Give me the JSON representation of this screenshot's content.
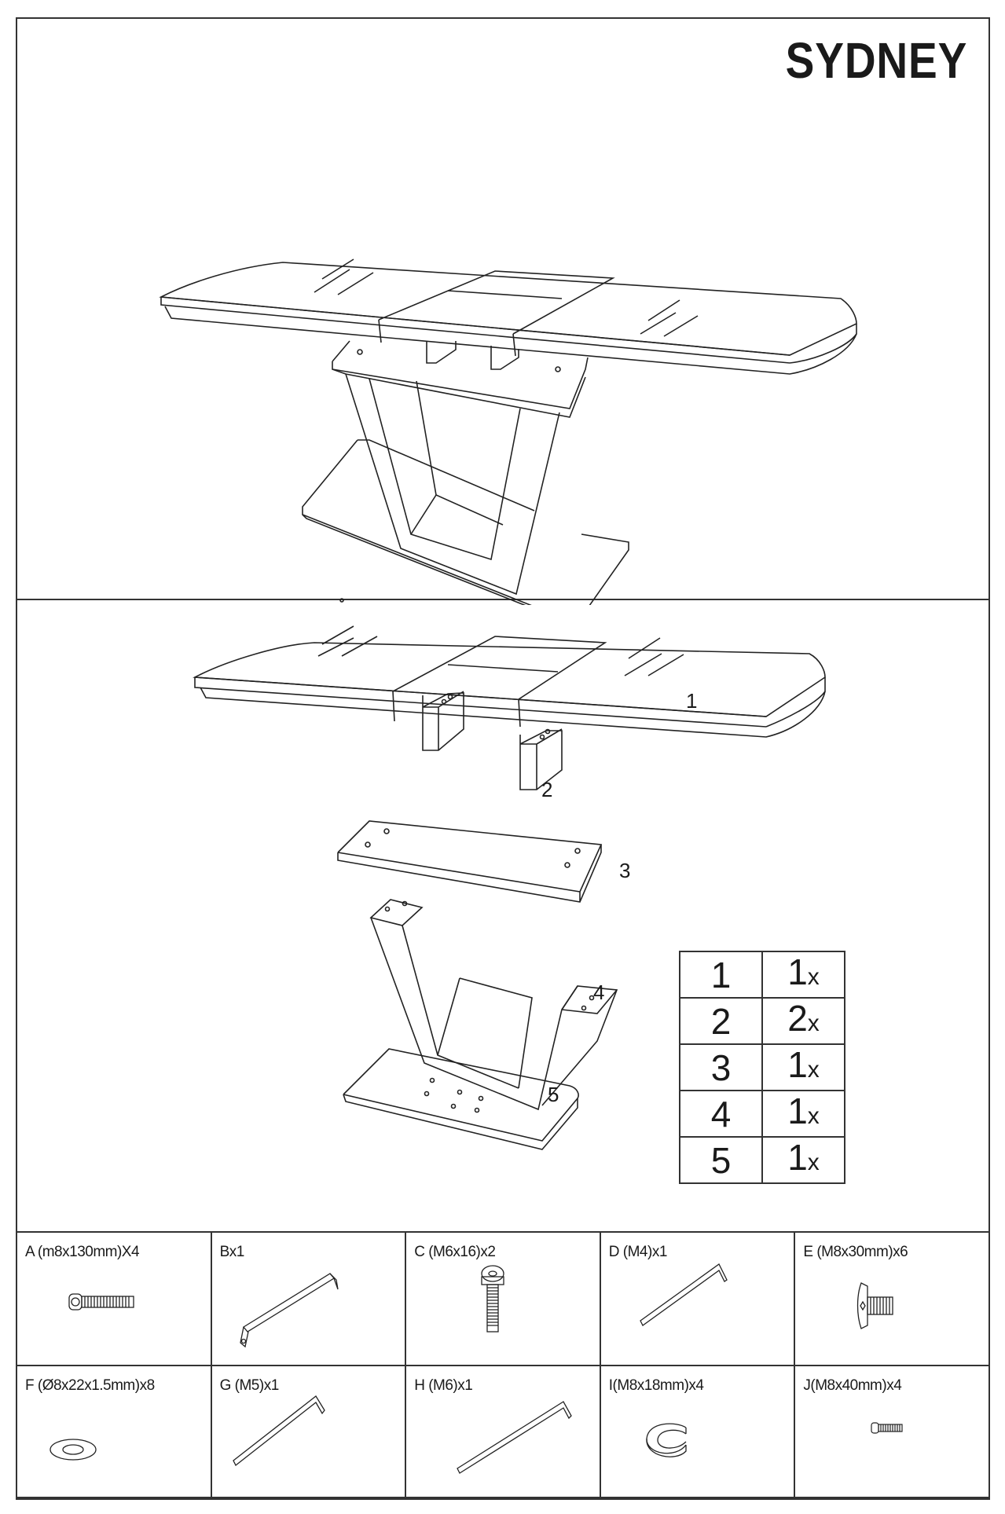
{
  "document": {
    "title": "SYDNEY"
  },
  "exploded_view": {
    "part_labels": [
      "1",
      "2",
      "3",
      "4",
      "5"
    ]
  },
  "parts_table": {
    "rows": [
      {
        "part": "1",
        "qty": "1",
        "unit": "x"
      },
      {
        "part": "2",
        "qty": "2",
        "unit": "x"
      },
      {
        "part": "3",
        "qty": "1",
        "unit": "x"
      },
      {
        "part": "4",
        "qty": "1",
        "unit": "x"
      },
      {
        "part": "5",
        "qty": "1",
        "unit": "x"
      }
    ]
  },
  "hardware": {
    "items": [
      {
        "label": "A  (m8x130mm)X4",
        "icon": "socket-bolt-long-icon"
      },
      {
        "label": "Bx1",
        "icon": "wrench-tool-icon"
      },
      {
        "label": "C (M6x16)x2",
        "icon": "flat-head-bolt-icon"
      },
      {
        "label": "D (M4)x1",
        "icon": "allen-key-icon"
      },
      {
        "label": "E (M8x30mm)x6",
        "icon": "countersunk-bolt-icon"
      },
      {
        "label": "F (Ø8x22x1.5mm)x8",
        "icon": "flat-washer-icon"
      },
      {
        "label": "G (M5)x1",
        "icon": "allen-key-icon"
      },
      {
        "label": "H (M6)x1",
        "icon": "allen-key-icon"
      },
      {
        "label": "I(M8x18mm)x4",
        "icon": "spring-washer-icon"
      },
      {
        "label": "J(M8x40mm)x4",
        "icon": "socket-bolt-short-icon"
      }
    ]
  }
}
